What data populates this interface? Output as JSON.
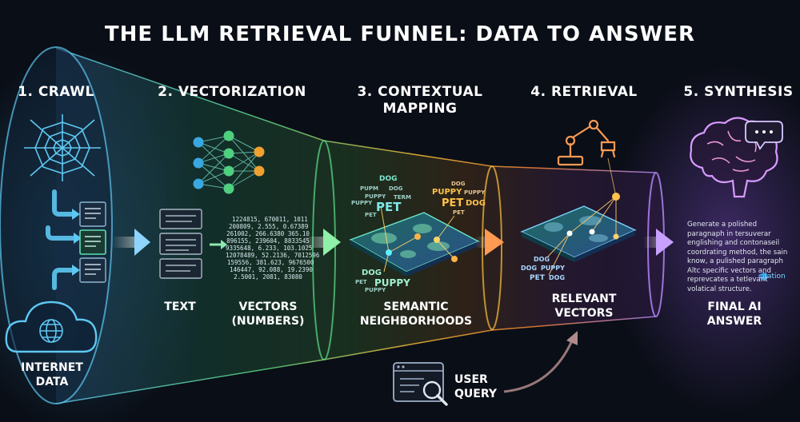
{
  "title": "THE LLM RETRIEVAL FUNNEL: DATA TO ANSWER",
  "steps": [
    {
      "label": "1. CRAWL"
    },
    {
      "label": "2. VECTORIZATION"
    },
    {
      "label": "3. CONTEXTUAL\nMAPPING"
    },
    {
      "label": "4. RETRIEVAL"
    },
    {
      "label": "5. SYNTHESIS"
    }
  ],
  "labels": {
    "internet_data": "INTERNET\nDATA",
    "text": "TEXT",
    "vectors": "VECTORS\n(NUMBERS)",
    "semantic": "SEMANTIC\nNEIGHBORHOODS",
    "relevant": "RELEVANT\nVECTORS",
    "final": "FINAL AI\nANSWER",
    "user_query": "USER\nQUERY"
  },
  "vector_numbers": [
    "1224815, 670011, 1011",
    "200809, 2.555, 0.67389",
    "261002, 266.6380 365.10",
    "896155, 239604, 8833545",
    "9335648, 6.233, 103.1025",
    "12078489, 52.2136, 7012596",
    "159556, 381.623, 9676500",
    "146447, 92.088, 19.2390",
    "2.5001, 2081, 83080"
  ],
  "map_words": {
    "dog": "DOG",
    "pupm": "PUPM",
    "puppy": "PUPPY",
    "pet": "PET",
    "term": "TERM"
  },
  "answer": {
    "text": "Generate a polished paragnaph in tersuverar englishing and contonaseil coordrating method, the sain know, a pulished paragraph Altc specific vectors and reprevcates a tetlevant volatical structure.",
    "citation": "citation"
  },
  "colors": {
    "background": "#0a0e16",
    "crawl": "#5ec8f2",
    "vector": "#5de08a",
    "map": "#ffc23a",
    "retrieval": "#ff8a3a",
    "synthesis": "#b98cff"
  },
  "icons": [
    "spider-web-icon",
    "cloud-globe-icon",
    "document-icon",
    "neural-network-icon",
    "robot-arm-icon",
    "brain-icon",
    "speech-bubble-icon",
    "search-query-icon"
  ]
}
